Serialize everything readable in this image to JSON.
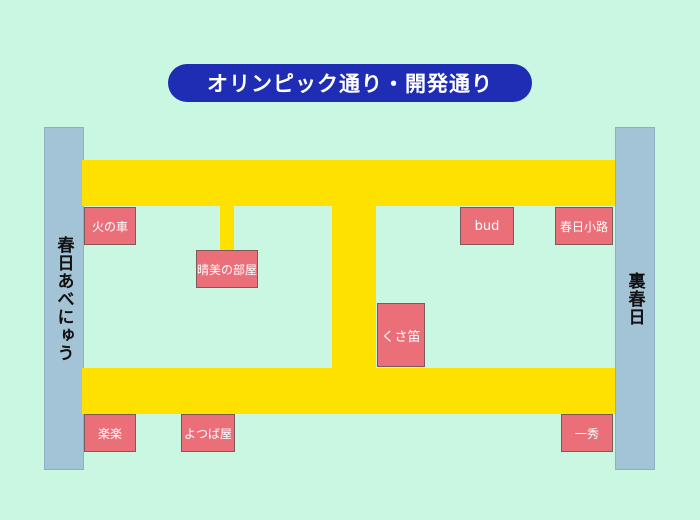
{
  "title": "オリンピック通り・開発通り",
  "streets": {
    "left": "春日あべにゅう",
    "right": "裏春日"
  },
  "shops": {
    "hi_no_kuruma": "火の車",
    "harumi_no_heya": "晴美の部屋",
    "bud": "bud",
    "kasuga_koji": "春日小路",
    "kusabue": "くさ笛",
    "rakuraku": "楽楽",
    "yotsubaya": "よつば屋",
    "isshu": "一秀"
  },
  "colors": {
    "background": "#c9f7e1",
    "road": "#ffe100",
    "side_street": "#a3c3d6",
    "shop": "#ea6f79",
    "title_bg": "#1e2db3"
  }
}
